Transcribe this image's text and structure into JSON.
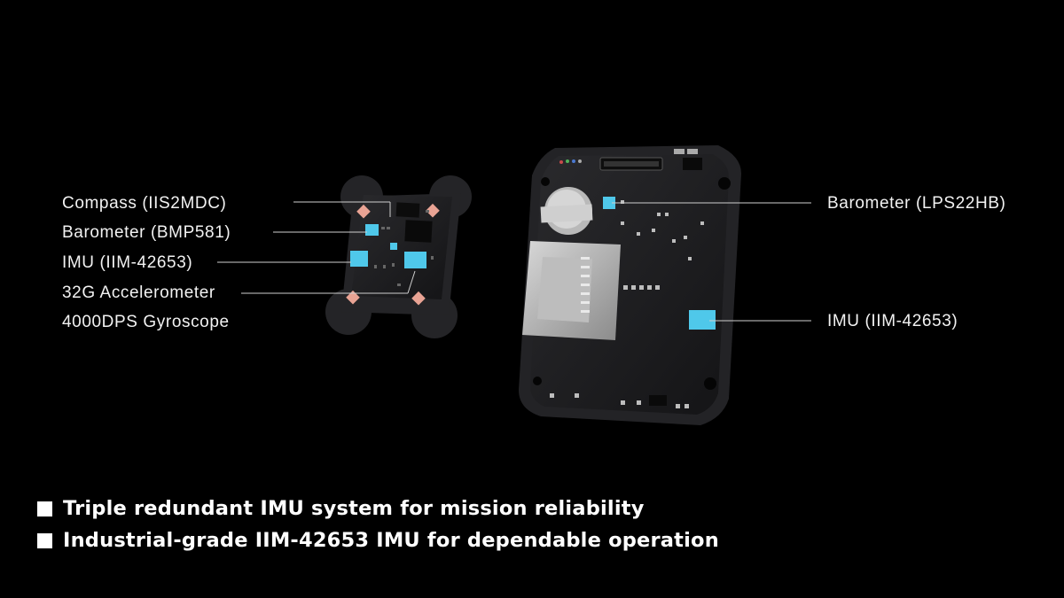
{
  "colors": {
    "background": "#000000",
    "board": "#1e1e20",
    "imu_chip": "#4fc8ea",
    "pad": "#e9a394",
    "leader_line": "#cfcfcf"
  },
  "left_labels": {
    "compass": "Compass (IIS2MDC)",
    "barometer": "Barometer (BMP581)",
    "imu": "IMU (IIM-42653)",
    "accelerometer": "32G Accelerometer",
    "gyroscope": "4000DPS Gyroscope"
  },
  "right_labels": {
    "barometer": "Barometer (LPS22HB)",
    "imu": "IMU (IIM-42653)"
  },
  "bullets": [
    "Triple redundant IMU system for mission reliability",
    "Industrial-grade IIM-42653 IMU for dependable operation"
  ]
}
